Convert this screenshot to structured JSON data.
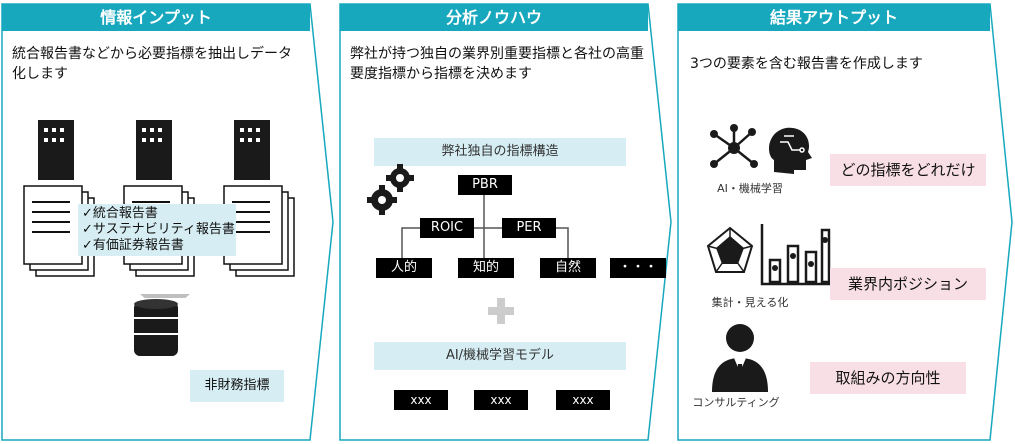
{
  "panels": {
    "input": {
      "title": "情報インプット",
      "description": "統合報告書などから必要指標を抽出しデータ化します",
      "documents": [
        "✓統合報告書",
        "✓サステナビリティ報告書",
        "✓有価証券報告書"
      ],
      "output_label": "非財務指標"
    },
    "analysis": {
      "title": "分析ノウハウ",
      "description": "弊社が持つ独自の業界別重要指標と各社の高重要度指標から指標を決めます",
      "structure_label": "弊社独自の指標構造",
      "tree": {
        "root": "PBR",
        "level2": [
          "ROIC",
          "PER"
        ],
        "level3": [
          "人的",
          "知的",
          "自然",
          "・・・"
        ]
      },
      "model_label": "AI/機械学習モデル",
      "model_outputs": [
        "xxx",
        "xxx",
        "xxx"
      ]
    },
    "output": {
      "title": "結果アウトプット",
      "description": "3つの要素を含む報告書を作成します",
      "items": [
        {
          "caption": "AI・機械学習",
          "label": "どの指標をどれだけ"
        },
        {
          "caption": "集計・見える化",
          "label": "業界内ポジション"
        },
        {
          "caption": "コンサルティング",
          "label": "取組みの方向性"
        }
      ]
    }
  },
  "colors": {
    "accent": "#17a8be",
    "light": "#d6eef3",
    "pink": "#f8dfe6"
  }
}
